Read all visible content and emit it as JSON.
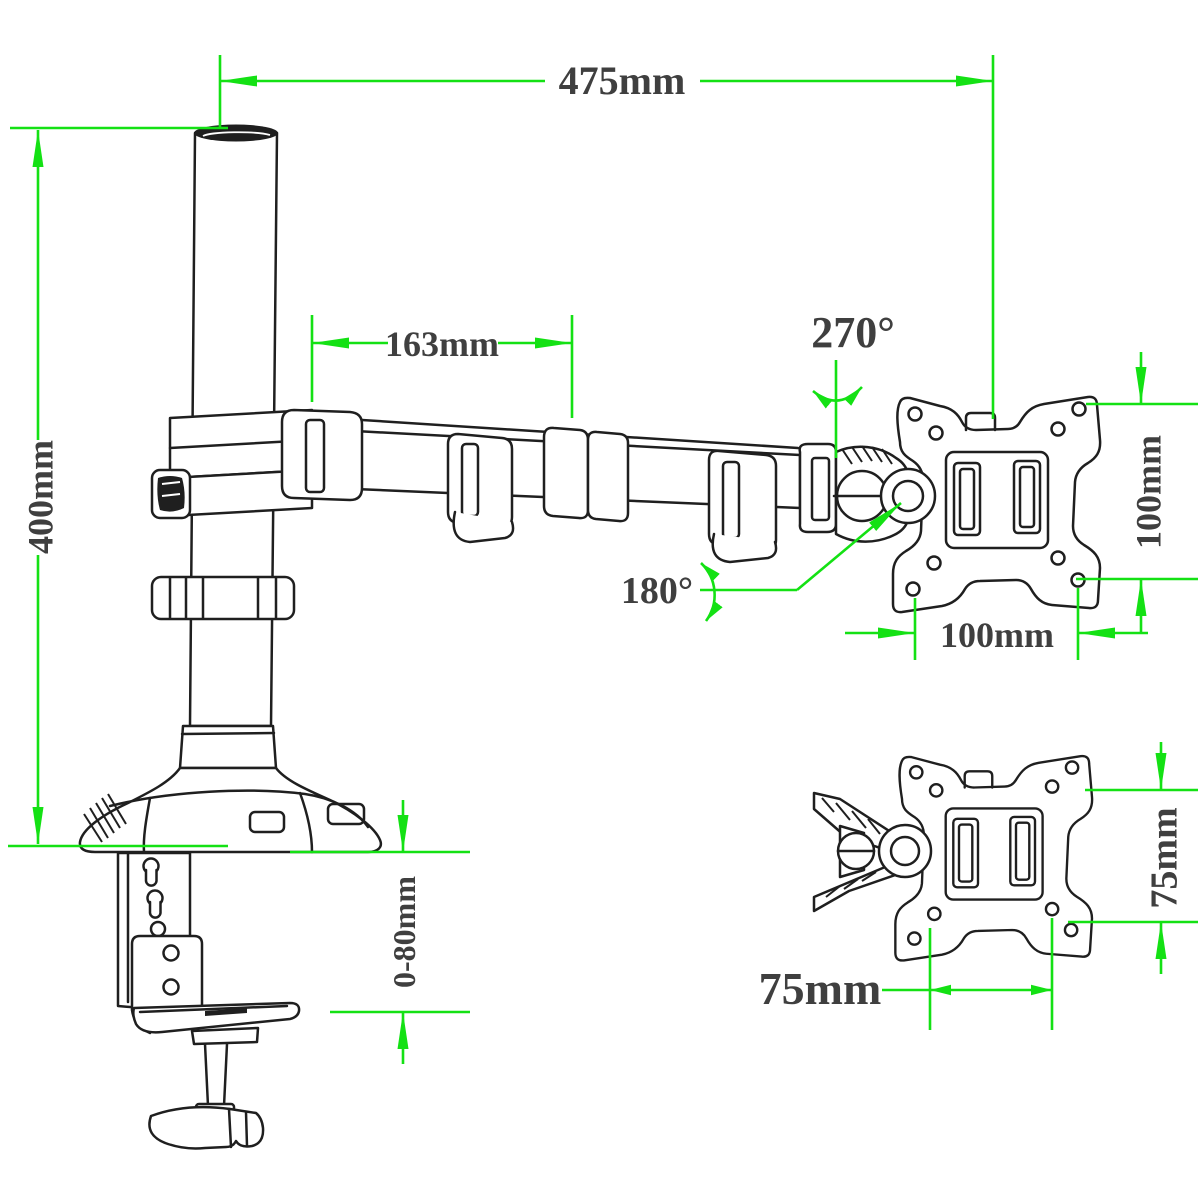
{
  "diagram": {
    "type": "technical-dimension-drawing",
    "subject": "single monitor desk mount arm",
    "colors": {
      "dimension_green": "#14e114",
      "line_dark": "#1f1f1f",
      "label_gray": "#3f3f3f",
      "background": "#ffffff"
    },
    "labels": {
      "width_overall": "475mm",
      "pole_height": "400mm",
      "arm_length": "163mm",
      "swivel_angle": "270°",
      "rotation_angle": "180°",
      "vesa100_vertical": "100mm",
      "vesa100_horizontal": "100mm",
      "clamp_range": "0-80mm",
      "vesa75_vertical": "75mm",
      "vesa75_horizontal": "75mm"
    }
  }
}
